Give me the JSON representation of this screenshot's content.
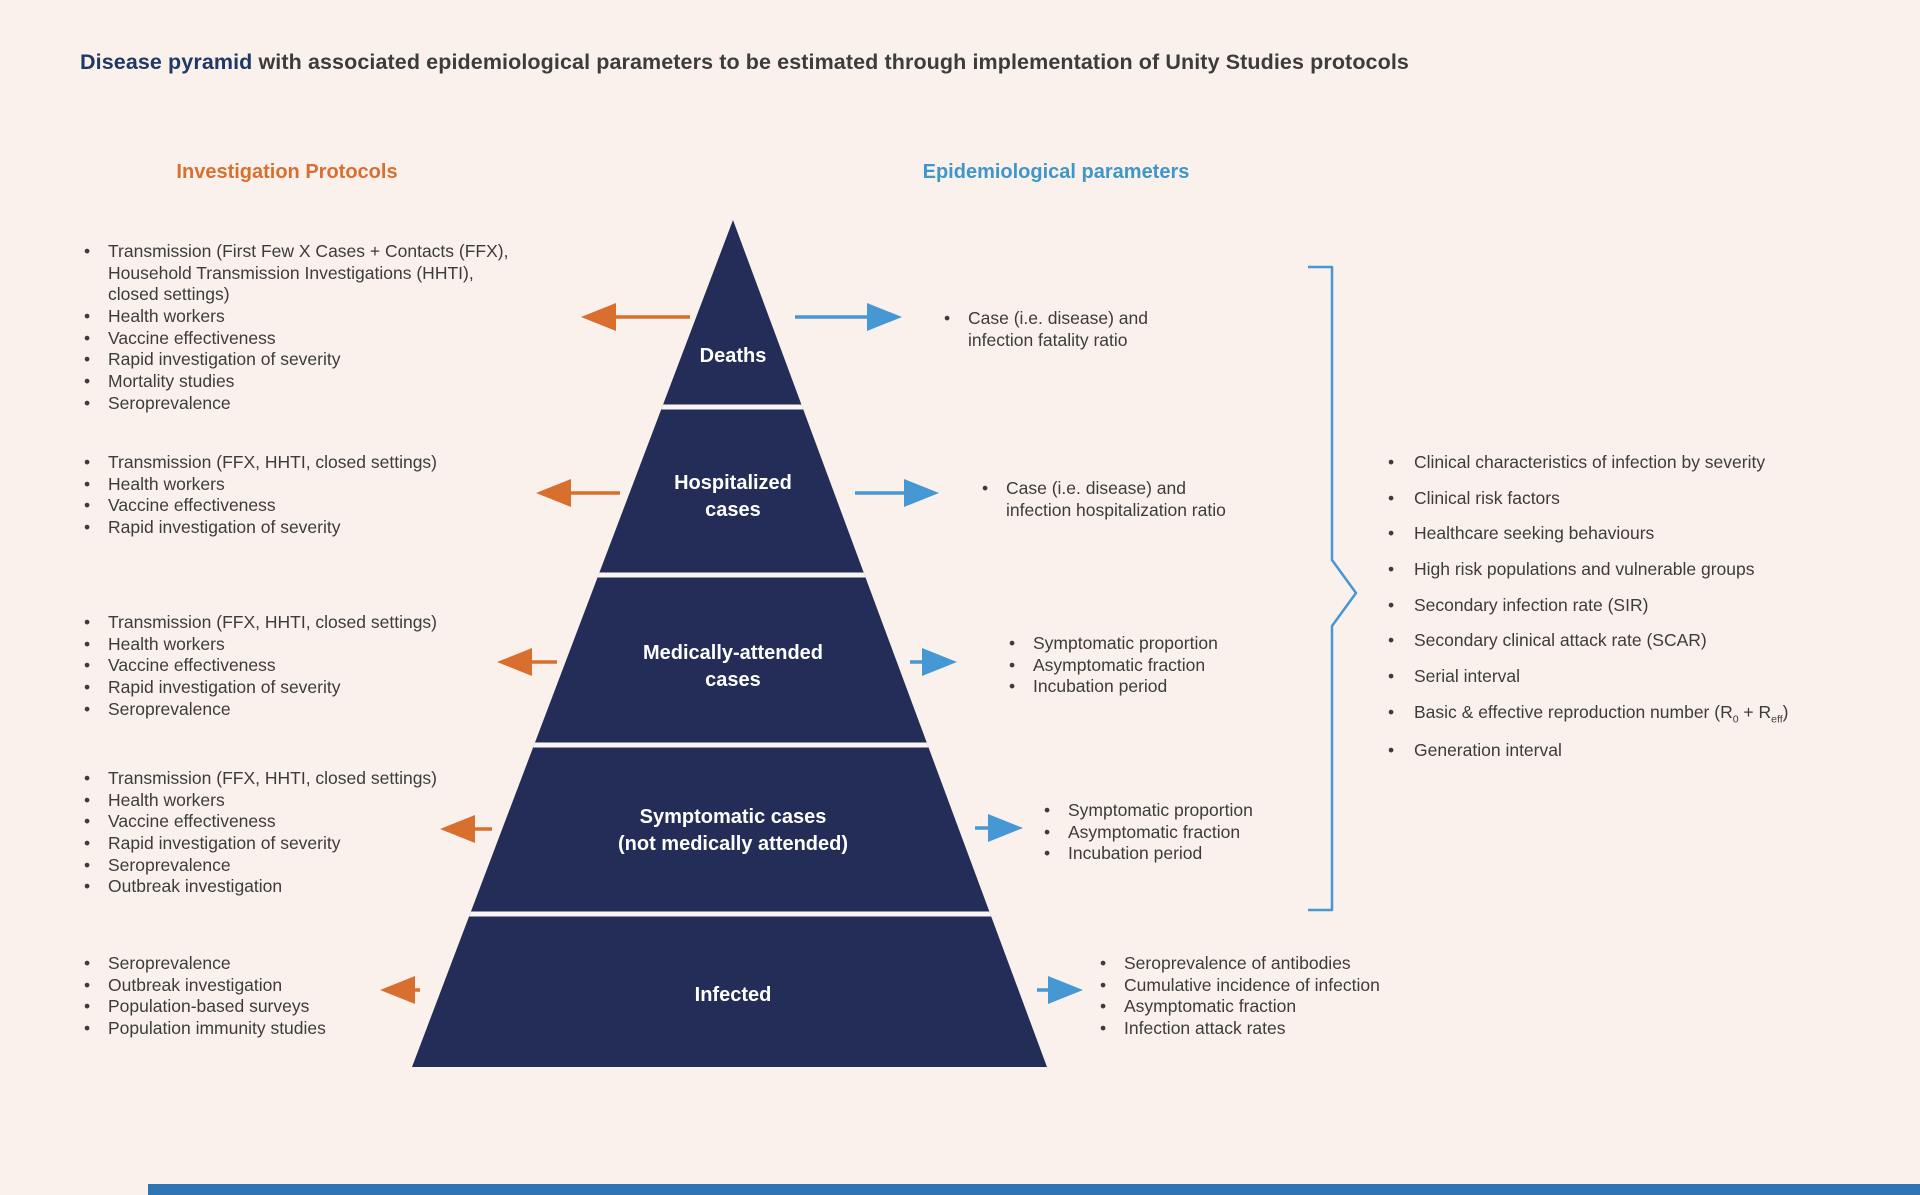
{
  "title": {
    "highlight": "Disease pyramid",
    "rest": " with associated epidemiological parameters to be estimated through implementation of Unity Studies protocols"
  },
  "column_headers": {
    "investigation": "Investigation Protocols",
    "epidemiological": "Epidemiological parameters"
  },
  "pyramid": {
    "levels": [
      "Deaths",
      "Hospitalized\ncases",
      "Medically-attended\ncases",
      "Symptomatic cases\n(not medically attended)",
      "Infected"
    ]
  },
  "investigation_lists": {
    "deaths": [
      "Transmission (First Few X Cases + Contacts (FFX),\nHousehold Transmission Investigations (HHTI),\nclosed settings)",
      "Health workers",
      "Vaccine effectiveness",
      "Rapid investigation of severity",
      "Mortality studies",
      "Seroprevalence"
    ],
    "hospitalized": [
      "Transmission (FFX, HHTI, closed settings)",
      "Health workers",
      "Vaccine effectiveness",
      "Rapid investigation of severity"
    ],
    "medically_attended": [
      "Transmission (FFX, HHTI, closed settings)",
      "Health workers",
      "Vaccine effectiveness",
      "Rapid investigation of severity",
      "Seroprevalence"
    ],
    "symptomatic": [
      "Transmission (FFX, HHTI, closed settings)",
      "Health workers",
      "Vaccine effectiveness",
      "Rapid investigation of severity",
      "Seroprevalence",
      "Outbreak investigation"
    ],
    "infected": [
      "Seroprevalence",
      "Outbreak investigation",
      "Population-based surveys",
      "Population immunity studies"
    ]
  },
  "parameter_lists": {
    "deaths": [
      "Case (i.e. disease) and\ninfection fatality ratio"
    ],
    "hospitalized": [
      "Case (i.e. disease) and\ninfection hospitalization ratio"
    ],
    "medically_attended": [
      "Symptomatic proportion",
      "Asymptomatic fraction",
      "Incubation period"
    ],
    "symptomatic": [
      "Symptomatic proportion",
      "Asymptomatic fraction",
      "Incubation period"
    ],
    "infected": [
      "Seroprevalence of antibodies",
      "Cumulative incidence of infection",
      "Asymptomatic fraction",
      "Infection attack rates"
    ]
  },
  "severity_parameters": [
    "Clinical characteristics of infection by severity",
    "Clinical risk factors",
    "Healthcare seeking behaviours",
    "High risk populations and vulnerable groups",
    "Secondary infection rate (SIR)",
    "Secondary clinical attack rate (SCAR)",
    "Serial interval",
    "Basic & effective reproduction number (R<sub>0</sub> + R<sub>eff</sub>)",
    "Generation interval"
  ],
  "colors": {
    "background": "#faf1ec",
    "navy": "#232d58",
    "orange": "#d96f2f",
    "blue": "#4598d3",
    "header_blue": "#3e96c9",
    "title_navy": "#1f3864",
    "text": "#3c3c3c",
    "bottom_bar": "#2e75b6"
  }
}
